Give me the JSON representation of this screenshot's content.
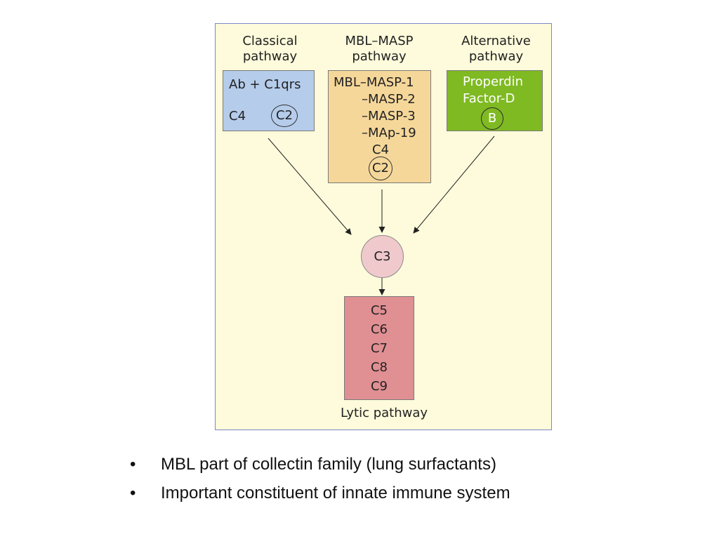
{
  "figure": {
    "columns": {
      "classical": {
        "title_line1": "Classical",
        "title_line2": "pathway"
      },
      "mbl": {
        "title_line1": "MBL–MASP",
        "title_line2": "pathway"
      },
      "alternative": {
        "title_line1": "Alternative",
        "title_line2": "pathway"
      }
    },
    "classical_box": {
      "line1": "Ab + C1qrs",
      "c4": "C4",
      "c2": "C2"
    },
    "mbl_box": {
      "line1": "MBL–MASP-1",
      "line2": "–MASP-2",
      "line3": "–MASP-3",
      "line4": "–MAp-19",
      "c4": "C4",
      "c2": "C2"
    },
    "alternative_box": {
      "line1": "Properdin",
      "line2": "Factor-D",
      "b": "B"
    },
    "c3": "C3",
    "lytic_box": [
      "C5",
      "C6",
      "C7",
      "C8",
      "C9"
    ],
    "lytic_caption": "Lytic pathway",
    "colors": {
      "panel_bg": "#fdfbdb",
      "panel_border": "#7e86c4",
      "classical": "#b5cceb",
      "mbl": "#f5d79a",
      "alternative": "#7fba22",
      "c3": "#f0c9cc",
      "lytic": "#e08f93"
    }
  },
  "bullets": [
    "MBL part of collectin family (lung surfactants)",
    "Important constituent of innate immune system"
  ]
}
